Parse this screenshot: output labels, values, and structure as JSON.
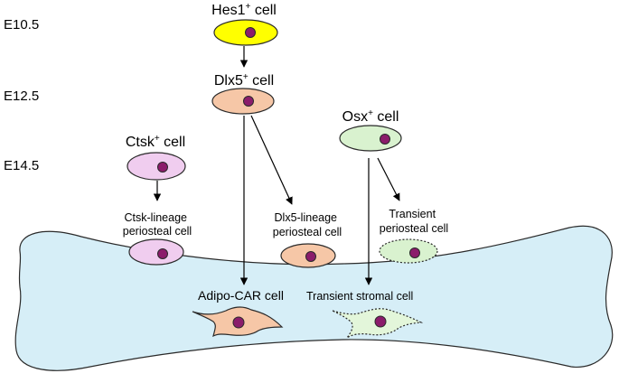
{
  "stages": [
    "E10.5",
    "E12.5",
    "E14.5"
  ],
  "cells": {
    "hes1": {
      "name": "Hes1",
      "sup": "+",
      "suffix": " cell",
      "fill": "#ffff00"
    },
    "dlx5": {
      "name": "Dlx5",
      "sup": "+",
      "suffix": " cell",
      "fill": "#f6c7a7"
    },
    "ctsk": {
      "name": "Ctsk",
      "sup": "+",
      "suffix": " cell",
      "fill": "#f0cdef"
    },
    "osx": {
      "name": "Osx",
      "sup": "+",
      "suffix": " cell",
      "fill": "#d9f2cf"
    }
  },
  "periosteal": {
    "ctsk": {
      "line1": "Ctsk-lineage",
      "line2": "periosteal cell",
      "fill": "#f0cdef"
    },
    "dlx5": {
      "line1": "Dlx5-lineage",
      "line2": "periosteal cell",
      "fill": "#f6c7a7"
    },
    "transient": {
      "line1": "Transient",
      "line2": "periosteal cell",
      "fill": "#d9f2cf"
    }
  },
  "marrow": {
    "adipo": {
      "label": "Adipo-CAR cell",
      "fill": "#f6c7a7"
    },
    "stromal": {
      "label": "Transient stromal cell",
      "fill": "#e3f6da"
    }
  },
  "colors": {
    "bone": "#d6eef7",
    "nucleus": "#8b1c6b",
    "outline": "#2a2a2a"
  }
}
